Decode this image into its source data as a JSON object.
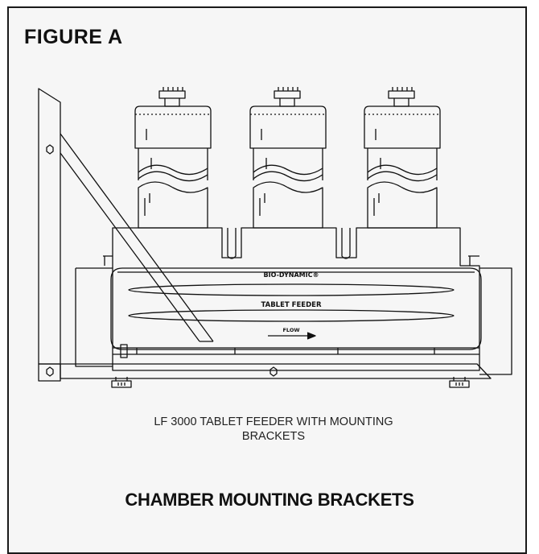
{
  "figure_label": "FIGURE A",
  "labels": {
    "brand": "BIO-DYNAMIC®",
    "product": "TABLET FEEDER",
    "flow": "FLOW"
  },
  "caption": "LF 3000 TABLET FEEDER WITH MOUNTING BRACKETS",
  "footer_title": "CHAMBER MOUNTING BRACKETS",
  "colors": {
    "line": "#111111",
    "background": "#f6f6f6"
  },
  "icons": [
    "flow-arrow-icon",
    "hex-nut-icon"
  ]
}
